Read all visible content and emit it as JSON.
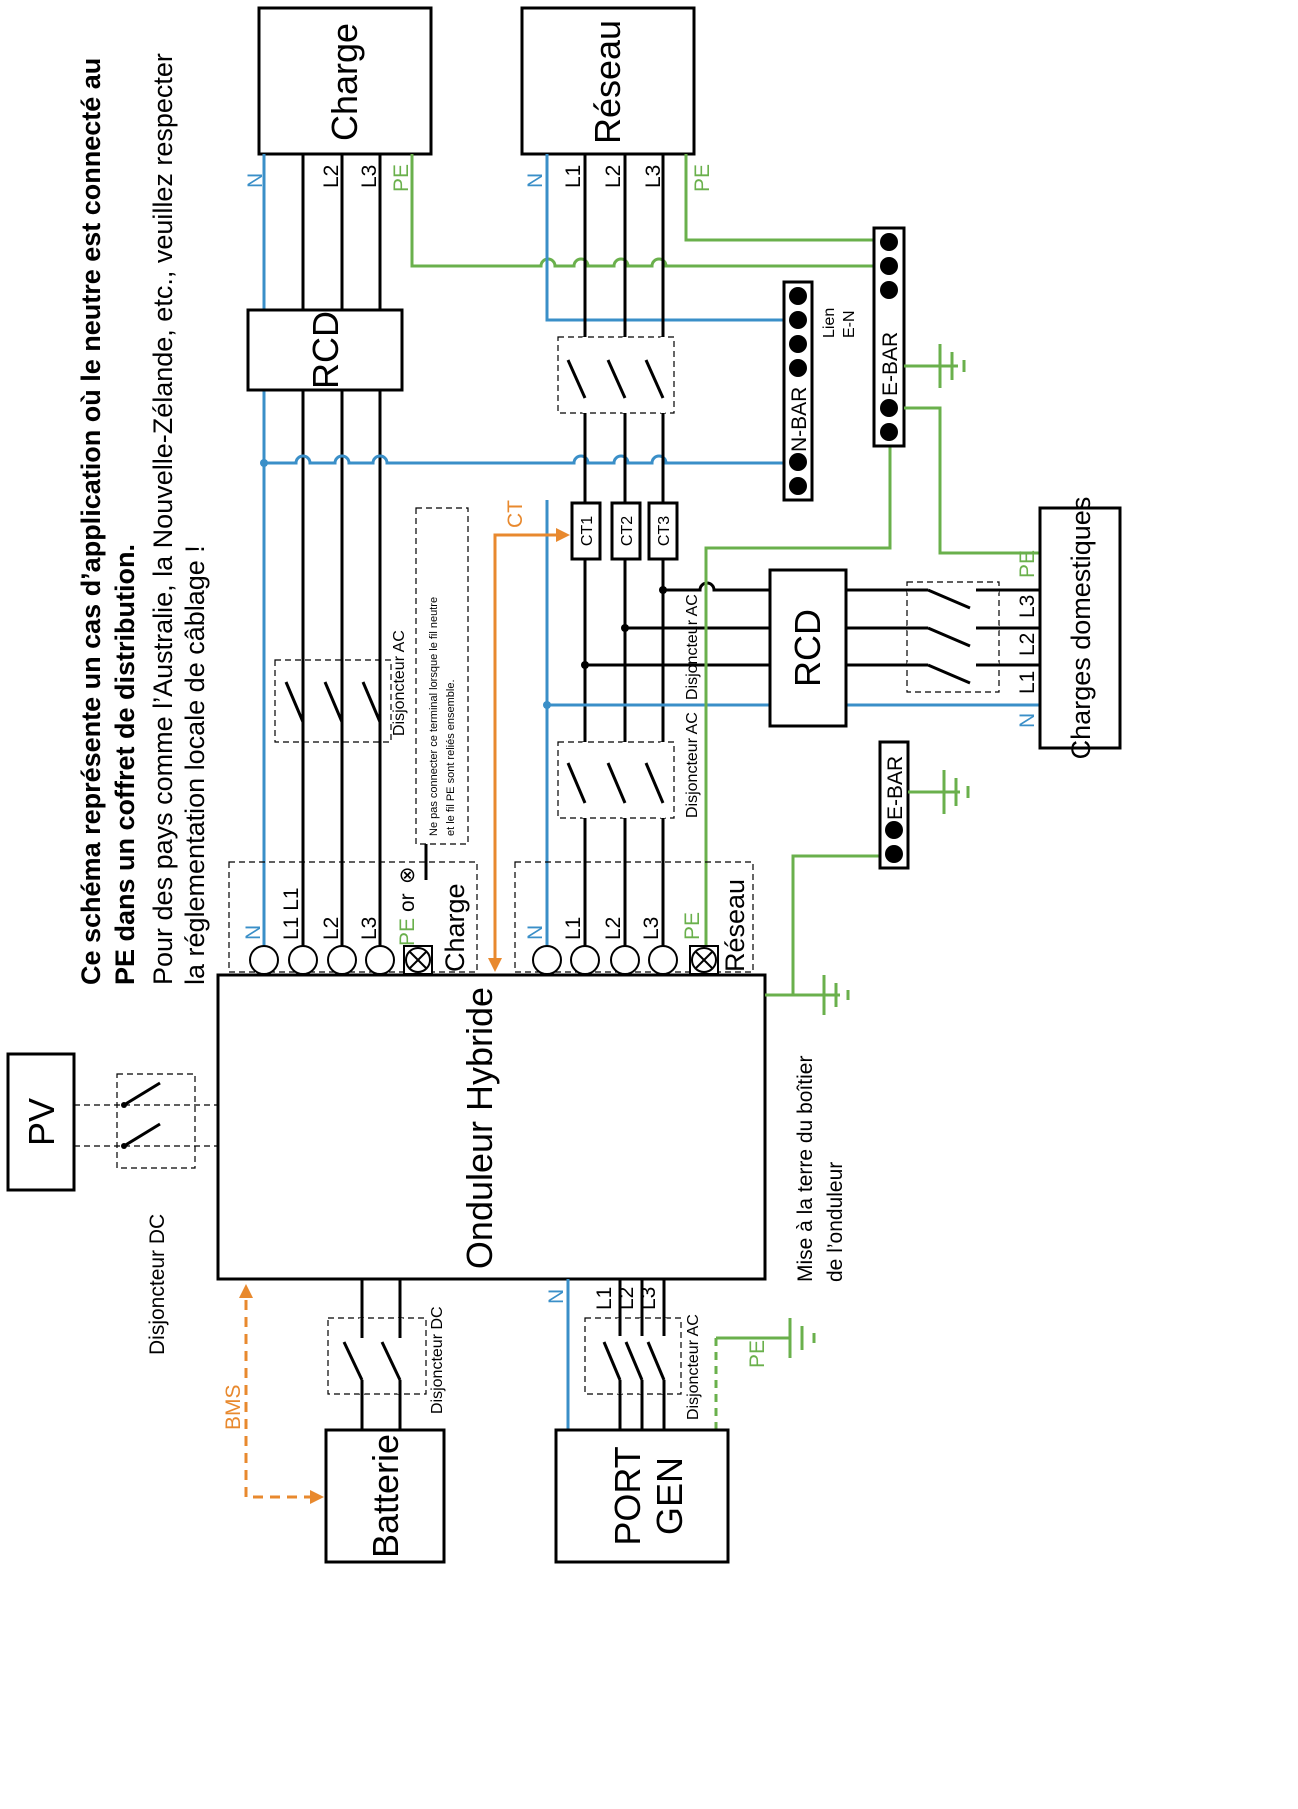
{
  "colors": {
    "neutral": "#3a8fc8",
    "earth": "#6ab04c",
    "communication": "#e8892e",
    "phase": "#000000"
  },
  "header": {
    "bold_line1": "Ce schéma représente un cas d’application où le neutre est connecté au",
    "bold_line2": "PE dans un coffret de distribution.",
    "line3": "Pour des pays comme l’Australie, la Nouvelle-Zélande, etc., veuillez respecter",
    "line4": "la réglementation locale de câblage !"
  },
  "boxes": {
    "charge": "Charge",
    "reseau": "Réseau",
    "rcd_top": "RCD",
    "rcd_home": "RCD",
    "inverter": "Onduleur Hybride",
    "pv": "PV",
    "batterie": "Batterie",
    "gen_line1": "PORT",
    "gen_line2": "GEN",
    "charges_domestiques": "Charges domestiques",
    "ct1": "CT1",
    "ct2": "CT2",
    "ct3": "CT3",
    "nbar": "N-BAR",
    "ebar_top": "E-BAR",
    "ebar_bottom": "E-BAR"
  },
  "labels": {
    "n": "N",
    "l1": "L1",
    "l2": "L2",
    "l3": "L3",
    "l1l1": "L1 L1",
    "pe": "PE",
    "pe_or": "or",
    "pe_or_symbol": "⊗",
    "ct": "CT",
    "bms": "BMS",
    "lien_line1": "Lien",
    "lien_line2": "E-N",
    "term_charge": "Charge",
    "term_reseau": "Réseau",
    "disj_ac": "Disjoncteur AC",
    "disj_dc": "Disjoncteur DC",
    "note_line1": "Ne pas connecter ce terminal lorsque le fil neutre",
    "note_line2": "et le fil PE sont reliés ensemble.",
    "mise_line1": "Mise à la terre du boîtier",
    "mise_line2": "de l’onduleur"
  }
}
